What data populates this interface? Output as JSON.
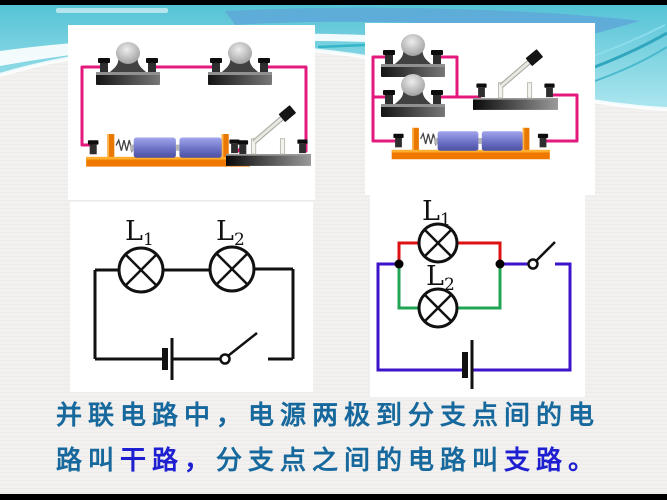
{
  "caption": {
    "line1": [
      {
        "text": "并联电路中，电源两极到分支点间的电",
        "emphasis": false
      }
    ],
    "line2": [
      {
        "text": "路叫",
        "emphasis": false
      },
      {
        "text": "干路，",
        "emphasis": true
      },
      {
        "text": "分支点之间的电路叫",
        "emphasis": false
      },
      {
        "text": "支路。",
        "emphasis": true
      }
    ]
  },
  "diagrams": {
    "series": {
      "lamp1_label": "L",
      "lamp1_sub": "1",
      "lamp2_label": "L",
      "lamp2_sub": "2"
    },
    "parallel": {
      "lamp1_label": "L",
      "lamp1_sub": "1",
      "lamp2_label": "L",
      "lamp2_sub": "2"
    }
  },
  "colors": {
    "caption_main": "#17689C",
    "caption_emphasis": "#1F1FD2",
    "wire_photo": "#E3197D",
    "diagram_series_wire": "#111111",
    "diagram_parallel_branch1": "#DD1111",
    "diagram_parallel_branch2": "#22A455",
    "diagram_parallel_main": "#3D14CC",
    "band_teal_dark": "#55C3D6",
    "band_teal_light": "#ADE6EF",
    "band_ribbon_blue": "#5EA9D8",
    "battery_body": "#7B80D0",
    "holder_orange": "#F07800",
    "border_bar": "#000000"
  }
}
